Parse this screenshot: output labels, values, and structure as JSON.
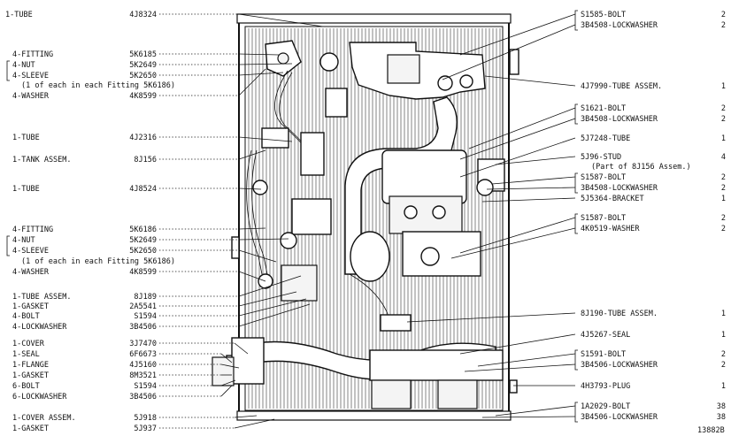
{
  "figure_number": "13882B",
  "left_callouts": [
    {
      "qty_label": "1-TUBE",
      "part_no": "4J8324"
    },
    {
      "qty_label": "4-FITTING",
      "part_no": "5K6185"
    },
    {
      "qty_label": "4-NUT",
      "part_no": "5K2649"
    },
    {
      "qty_label": "4-SLEEVE",
      "part_no": "5K2650"
    },
    {
      "qty_label": "(1 of each in each Fitting 5K6186)",
      "part_no": ""
    },
    {
      "qty_label": "4-WASHER",
      "part_no": "4K8599"
    },
    {
      "qty_label": "1-TUBE",
      "part_no": "4J2316"
    },
    {
      "qty_label": "1-TANK ASSEM.",
      "part_no": "8J156"
    },
    {
      "qty_label": "1-TUBE",
      "part_no": "4J8524"
    },
    {
      "qty_label": "4-FITTING",
      "part_no": "5K6186"
    },
    {
      "qty_label": "4-NUT",
      "part_no": "5K2649"
    },
    {
      "qty_label": "4-SLEEVE",
      "part_no": "5K2650"
    },
    {
      "qty_label": "(1 of each in each Fitting 5K6186)",
      "part_no": ""
    },
    {
      "qty_label": "4-WASHER",
      "part_no": "4K8599"
    },
    {
      "qty_label": "1-TUBE ASSEM.",
      "part_no": "8J189"
    },
    {
      "qty_label": "1-GASKET",
      "part_no": "2A5541"
    },
    {
      "qty_label": "4-BOLT",
      "part_no": "S1594"
    },
    {
      "qty_label": "4-LOCKWASHER",
      "part_no": "3B4506"
    },
    {
      "qty_label": "1-COVER",
      "part_no": "3J7470"
    },
    {
      "qty_label": "1-SEAL",
      "part_no": "6F6673"
    },
    {
      "qty_label": "1-FLANGE",
      "part_no": "4J5160"
    },
    {
      "qty_label": "1-GASKET",
      "part_no": "8M3521"
    },
    {
      "qty_label": "6-BOLT",
      "part_no": "S1594"
    },
    {
      "qty_label": "6-LOCKWASHER",
      "part_no": "3B4506"
    },
    {
      "qty_label": "1-COVER ASSEM.",
      "part_no": "5J918"
    },
    {
      "qty_label": "1-GASKET",
      "part_no": "5J937"
    }
  ],
  "right_callouts": [
    {
      "label": "S1585-BOLT",
      "qty": "2"
    },
    {
      "label": "3B4508-LOCKWASHER",
      "qty": "2"
    },
    {
      "label": "4J7990-TUBE ASSEM.",
      "qty": "1"
    },
    {
      "label": "S1621-BOLT",
      "qty": "2"
    },
    {
      "label": "3B4508-LOCKWASHER",
      "qty": "2"
    },
    {
      "label": "5J7248-TUBE",
      "qty": "1"
    },
    {
      "label": "5J96-STUD",
      "qty": "4"
    },
    {
      "label": "(Part of 8J156 Assem.)",
      "qty": ""
    },
    {
      "label": "S1587-BOLT",
      "qty": "2"
    },
    {
      "label": "3B4508-LOCKWASHER",
      "qty": "2"
    },
    {
      "label": "5J5364-BRACKET",
      "qty": "1"
    },
    {
      "label": "S1587-BOLT",
      "qty": "2"
    },
    {
      "label": "4K0519-WASHER",
      "qty": "2"
    },
    {
      "label": "8J190-TUBE ASSEM.",
      "qty": "1"
    },
    {
      "label": "4J5267-SEAL",
      "qty": "1"
    },
    {
      "label": "S1591-BOLT",
      "qty": "2"
    },
    {
      "label": "3B4506-LOCKWASHER",
      "qty": "2"
    },
    {
      "label": "4H3793-PLUG",
      "qty": "1"
    },
    {
      "label": "1A2029-BOLT",
      "qty": "38"
    },
    {
      "label": "3B4506-LOCKWASHER",
      "qty": "38"
    }
  ]
}
